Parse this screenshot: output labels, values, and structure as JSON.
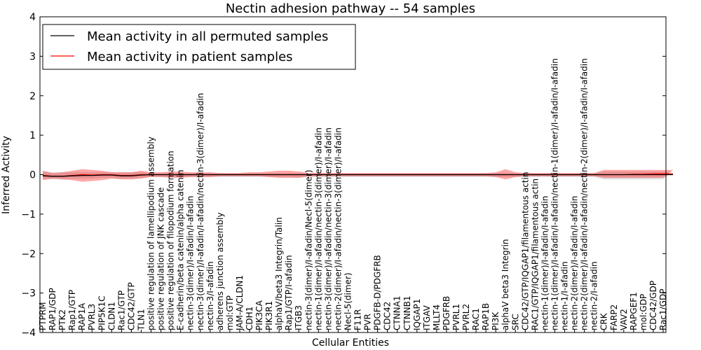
{
  "chart_data": {
    "type": "line",
    "title": "Nectin adhesion pathway -- 54 samples",
    "xlabel": "Cellular Entities",
    "ylabel": "Inferred Activity",
    "ylim": [
      -4,
      4
    ],
    "yticks": [
      -4,
      -3,
      -2,
      -1,
      0,
      1,
      2,
      3,
      4
    ],
    "grid": false,
    "legend_position": "top-left",
    "categories": [
      "PTPRM",
      "RAP1/GDP",
      "PTK2",
      "Rap1/GTP",
      "RAP1A",
      "PVRL3",
      "PIP5K1C",
      "CLDN1",
      "Rac1/GTP",
      "CDC42/GTP",
      "TLN1",
      "positive regulation of lamellipodium assembly",
      "positive regulation of JNK cascade",
      "positive regulation of filopodium formation",
      "E-cadherin/beta catenin/alpha catenin",
      "nectin-3(dimer)/I-afadin/I-afadin",
      "nectin-3(dimer)/I-afadin/I-afadin/nectin-3(dimer)/I-afadin",
      "nectin-3/I-afadin",
      "adherens junction assembly",
      "mol:GTP",
      "JAM-A/CLDN1",
      "CDH1",
      "PIK3CA",
      "PIK3R1",
      "alphaV/beta3 Integrin/Talin",
      "Rap1/GTP/I-afadin",
      "ITGB3",
      "nectin-3(dimer)/I-afadin/Necl-5(dimer)",
      "nectin-1(dimer)/I-afadin/nectin-3(dimer)/I-afadin",
      "nectin-3(dimer)/I-afadin/nectin-3(dimer)/I-afadin",
      "nectin-2(dimer)/I-afadin/nectin-3(dimer)/I-afadin",
      "Necl-5(dimer)",
      "F11R",
      "PVR",
      "PDGFB-D/PDGFRB",
      "CDC42",
      "CTNNA1",
      "CTNNB1",
      "IQGAP1",
      "ITGAV",
      "MLLT4",
      "PDGFRB",
      "PVRL1",
      "PVRL2",
      "RAC1",
      "RAP1B",
      "PI3K",
      "alphaV beta3 Integrin",
      "SRC",
      "CDC42/GTP/IQGAP1/filamentous actin",
      "RAC1/GTP/IQGAP1/filamentous actin",
      "nectin-1(dimer)/I-afadin/I-afadin",
      "nectin-1(dimer)/I-afadin/I-afadin/nectin-1(dimer)/I-afadin/I-afadin",
      "nectin-1/I-afadin",
      "nectin-2(dimer)/I-afadin/I-afadin",
      "nectin-2(dimer)/I-afadin/I-afadin/nectin-2(dimer)/I-afadin/I-afadin",
      "nectin-2/I-afadin",
      "CRK",
      "FARP2",
      "VAV2",
      "RAPGEF1",
      "mol:GDP",
      "CDC42/GDP",
      "Rac1/GDP"
    ],
    "series": [
      {
        "name": "Mean activity in all permuted samples",
        "color": "#000000",
        "values": [
          -0.03,
          -0.04,
          -0.04,
          -0.03,
          -0.02,
          -0.02,
          -0.01,
          -0.01,
          -0.03,
          -0.03,
          -0.01,
          0,
          0,
          0,
          0,
          0,
          0,
          0,
          0,
          0,
          0,
          0,
          0,
          0,
          0,
          0,
          0,
          0,
          0,
          0,
          0,
          0,
          0,
          0,
          0,
          0,
          0,
          0,
          0,
          0,
          0,
          0,
          0,
          0,
          0,
          0,
          0,
          0,
          0,
          0,
          0,
          0,
          0,
          0,
          0,
          0,
          0,
          0,
          0,
          0,
          0,
          0,
          0,
          0,
          0
        ],
        "band_low": [
          -0.1,
          -0.12,
          -0.12,
          -0.1,
          -0.1,
          -0.1,
          -0.08,
          -0.08,
          -0.1,
          -0.1,
          -0.08,
          -0.06,
          -0.06,
          -0.06,
          -0.06,
          -0.06,
          -0.06,
          -0.06,
          -0.06,
          -0.06,
          -0.06,
          -0.06,
          -0.06,
          -0.06,
          -0.06,
          -0.06,
          -0.08,
          -0.06,
          -0.06,
          -0.06,
          -0.06,
          -0.06,
          -0.06,
          -0.06,
          -0.06,
          -0.06,
          -0.06,
          -0.06,
          -0.06,
          -0.06,
          -0.06,
          -0.06,
          -0.06,
          -0.06,
          -0.06,
          -0.06,
          -0.06,
          -0.06,
          -0.06,
          -0.06,
          -0.06,
          -0.06,
          -0.06,
          -0.06,
          -0.06,
          -0.06,
          -0.06,
          -0.12,
          -0.12,
          -0.12,
          -0.12,
          -0.12,
          -0.12,
          -0.12,
          -0.12
        ],
        "band_high": [
          0.08,
          0.06,
          0.06,
          0.06,
          0.06,
          0.06,
          0.06,
          0.06,
          0.06,
          0.06,
          0.06,
          0.04,
          0.04,
          0.04,
          0.04,
          0.04,
          0.04,
          0.04,
          0.04,
          0.04,
          0.04,
          0.04,
          0.04,
          0.04,
          0.04,
          0.04,
          0.04,
          0.04,
          0.04,
          0.04,
          0.04,
          0.04,
          0.04,
          0.04,
          0.04,
          0.04,
          0.04,
          0.04,
          0.04,
          0.04,
          0.04,
          0.04,
          0.04,
          0.04,
          0.04,
          0.04,
          0.04,
          0.04,
          0.04,
          0.04,
          0.04,
          0.04,
          0.04,
          0.04,
          0.04,
          0.04,
          0.04,
          0.08,
          0.08,
          0.08,
          0.08,
          0.08,
          0.08,
          0.08,
          0.08
        ]
      },
      {
        "name": "Mean activity in patient samples",
        "color": "#ff0000",
        "values": [
          -0.02,
          -0.04,
          -0.04,
          -0.02,
          0,
          -0.01,
          0,
          0,
          -0.02,
          -0.02,
          0,
          0,
          0,
          0,
          0,
          0,
          0,
          0,
          0,
          0,
          0,
          0,
          0,
          0,
          0,
          0,
          0,
          0,
          0,
          0,
          0,
          0,
          0,
          0,
          0,
          0,
          0,
          0,
          0,
          0,
          0,
          0,
          0,
          0,
          0,
          0,
          0,
          0,
          0,
          0,
          0,
          0,
          0,
          0,
          0,
          0,
          0,
          0,
          0,
          0,
          0.01,
          0.01,
          0.02,
          0.02,
          0.02
        ],
        "band_low": [
          -0.14,
          -0.1,
          -0.12,
          -0.14,
          -0.18,
          -0.16,
          -0.14,
          -0.1,
          -0.12,
          -0.12,
          -0.1,
          -0.06,
          -0.06,
          -0.08,
          -0.08,
          -0.06,
          -0.06,
          -0.06,
          -0.04,
          -0.04,
          -0.04,
          -0.04,
          -0.04,
          -0.06,
          -0.08,
          -0.08,
          -0.08,
          -0.04,
          -0.04,
          -0.04,
          -0.04,
          -0.04,
          -0.04,
          -0.04,
          -0.04,
          -0.04,
          -0.04,
          -0.04,
          -0.04,
          -0.04,
          -0.04,
          -0.04,
          -0.04,
          -0.04,
          -0.04,
          -0.04,
          -0.06,
          -0.12,
          -0.06,
          -0.04,
          -0.04,
          -0.04,
          -0.04,
          -0.04,
          -0.04,
          -0.04,
          -0.04,
          -0.08,
          -0.08,
          -0.08,
          -0.08,
          -0.08,
          -0.08,
          -0.08,
          -0.08
        ],
        "band_high": [
          0.1,
          0.04,
          0.06,
          0.1,
          0.14,
          0.12,
          0.1,
          0.06,
          0.06,
          0.06,
          0.1,
          0.06,
          0.06,
          0.08,
          0.08,
          0.06,
          0.06,
          0.06,
          0.04,
          0.04,
          0.04,
          0.06,
          0.06,
          0.08,
          0.1,
          0.1,
          0.08,
          0.04,
          0.04,
          0.04,
          0.04,
          0.04,
          0.04,
          0.04,
          0.04,
          0.04,
          0.04,
          0.04,
          0.04,
          0.04,
          0.04,
          0.04,
          0.04,
          0.04,
          0.04,
          0.04,
          0.06,
          0.14,
          0.06,
          0.04,
          0.04,
          0.04,
          0.04,
          0.04,
          0.04,
          0.04,
          0.04,
          0.12,
          0.12,
          0.12,
          0.12,
          0.12,
          0.12,
          0.12,
          0.12
        ]
      }
    ]
  }
}
